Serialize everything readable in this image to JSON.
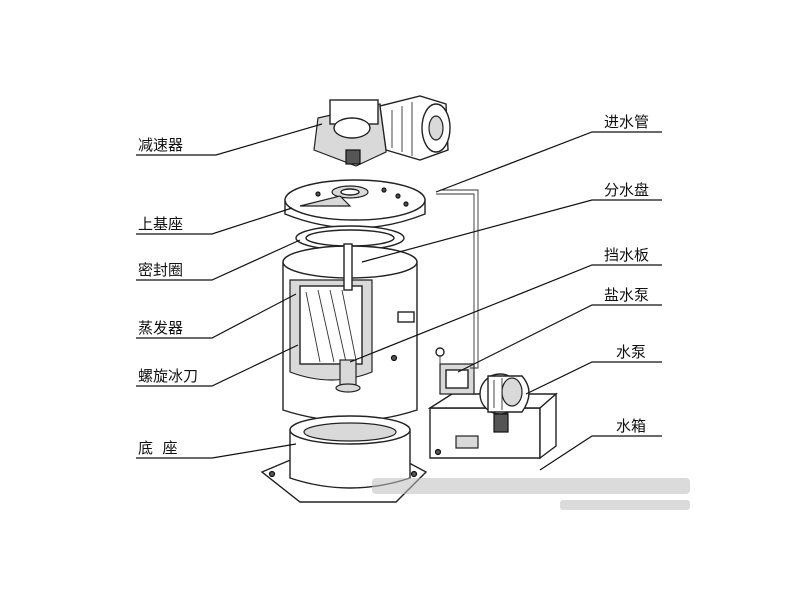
{
  "labels": {
    "reducer": "减速器",
    "upper_base": "上基座",
    "seal_ring": "密封圈",
    "evaporator": "蒸发器",
    "spiral_ice_blade": "螺旋冰刀",
    "base": "底  座",
    "inlet_pipe": "进水管",
    "water_distributor": "分水盘",
    "water_baffle": "挡水板",
    "brine_pump": "盐水泵",
    "water_pump": "水泵",
    "water_tank": "水箱"
  }
}
